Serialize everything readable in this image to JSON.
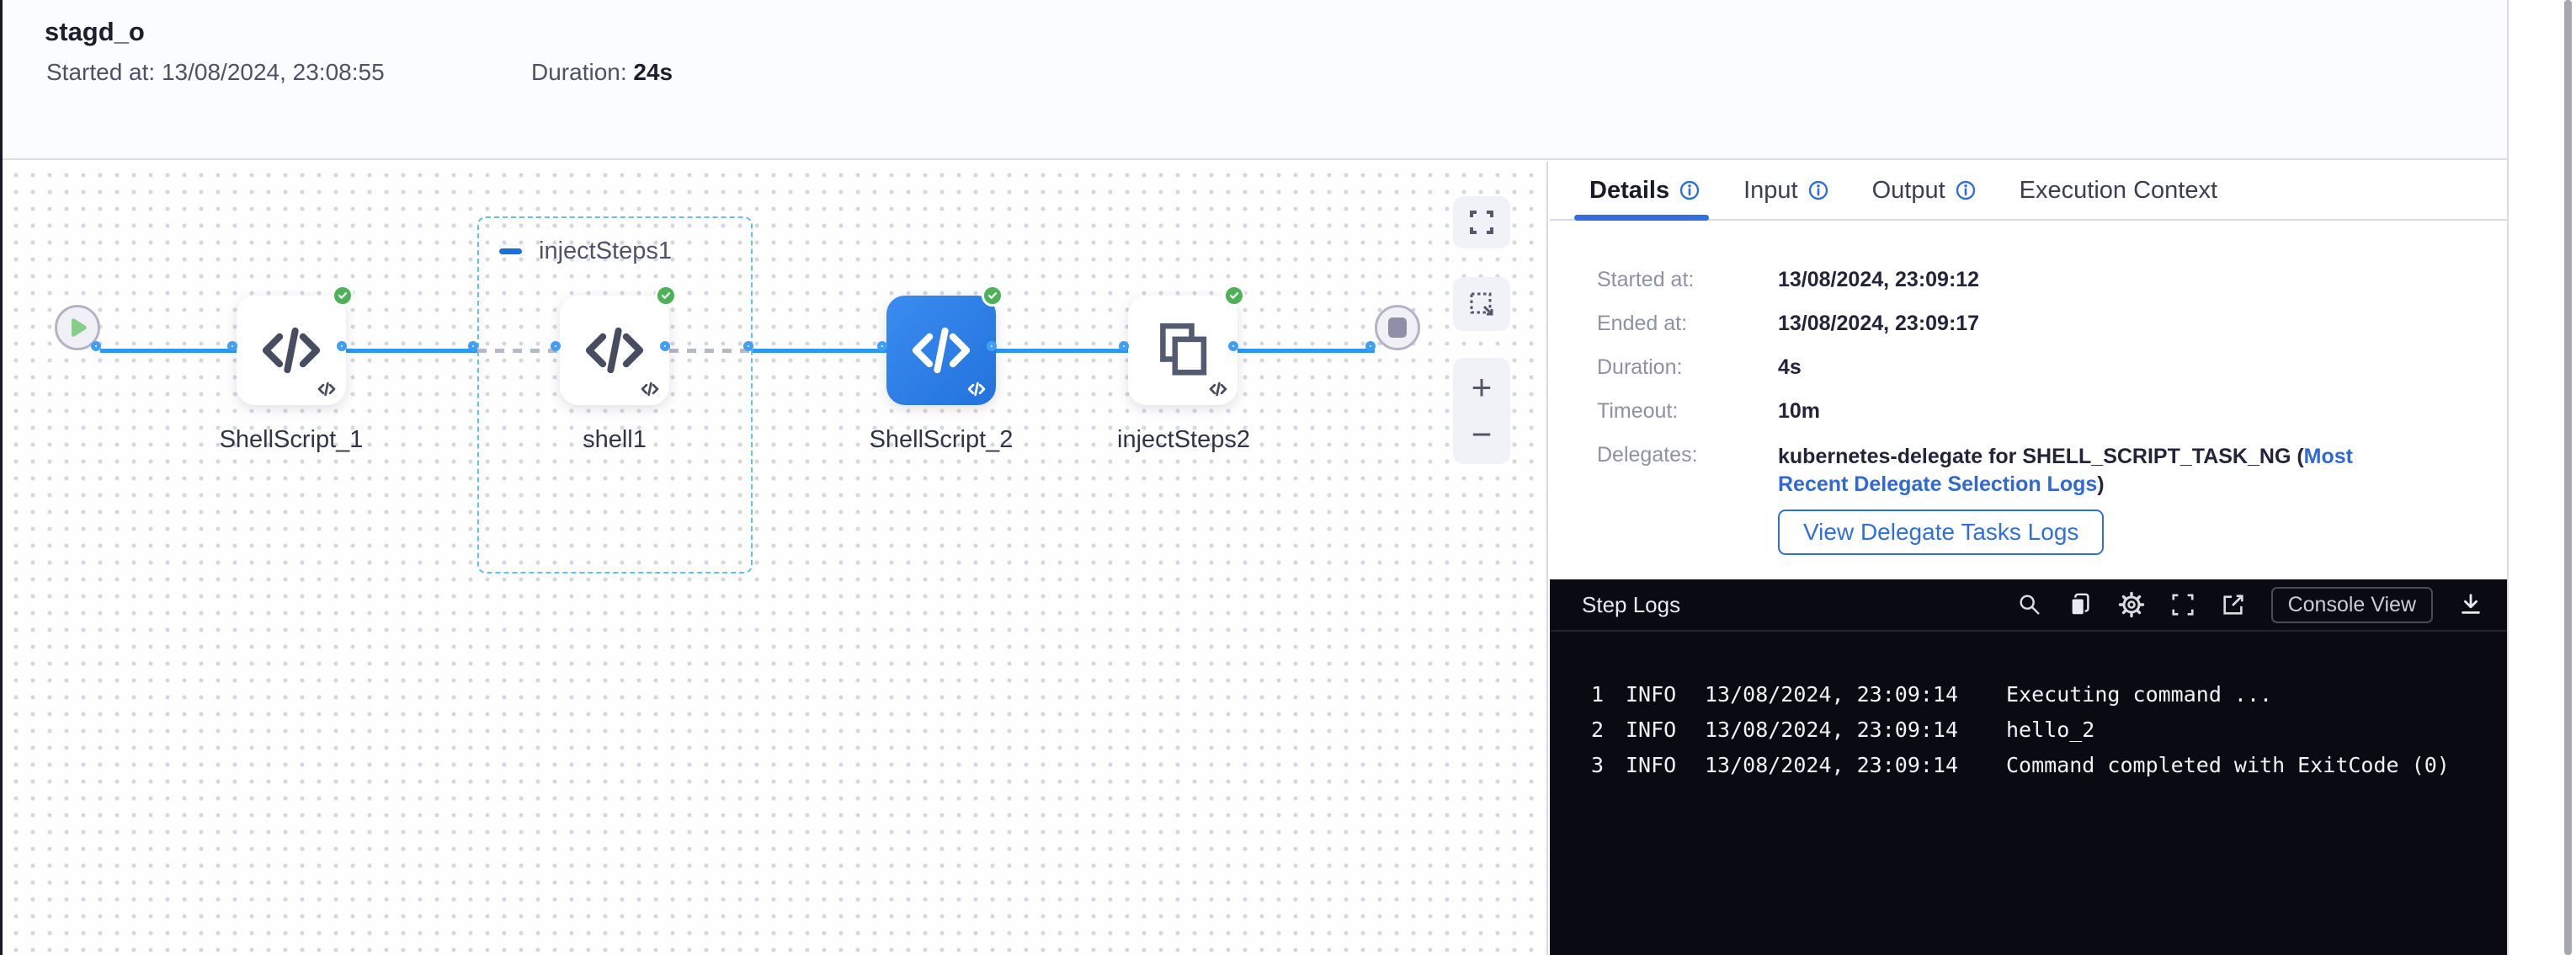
{
  "header": {
    "title": "stagd_o",
    "started_label": "Started at:",
    "started_value": "13/08/2024, 23:08:55",
    "duration_label": "Duration:",
    "duration_value": "24s"
  },
  "pipeline": {
    "group": {
      "label": "injectSteps1"
    },
    "nodes": [
      {
        "label": "ShellScript_1",
        "status": "success"
      },
      {
        "label": "shell1",
        "status": "success"
      },
      {
        "label": "ShellScript_2",
        "status": "success",
        "selected": true
      },
      {
        "label": "injectSteps2",
        "status": "success"
      }
    ]
  },
  "canvas_toolbar": {
    "zoom_in": "+",
    "zoom_out": "−"
  },
  "tabs": [
    {
      "label": "Details"
    },
    {
      "label": "Input"
    },
    {
      "label": "Output"
    },
    {
      "label": "Execution Context"
    }
  ],
  "details": {
    "rows": [
      {
        "label": "Started at:",
        "value": "13/08/2024, 23:09:12"
      },
      {
        "label": "Ended at:",
        "value": "13/08/2024, 23:09:17"
      },
      {
        "label": "Duration:",
        "value": "4s"
      },
      {
        "label": "Timeout:",
        "value": "10m"
      }
    ],
    "delegates_label": "Delegates:",
    "delegates_text": "kubernetes-delegate for SHELL_SCRIPT_TASK_NG (",
    "delegates_link": "Most Recent Delegate Selection Logs",
    "delegates_suffix": ")",
    "view_logs_button": "View Delegate Tasks Logs"
  },
  "logs": {
    "title": "Step Logs",
    "console_view_label": "Console View",
    "lines": [
      {
        "num": "1",
        "level": "INFO",
        "time": "13/08/2024, 23:09:14",
        "message": "Executing command ..."
      },
      {
        "num": "2",
        "level": "INFO",
        "time": "13/08/2024, 23:09:14",
        "message": "hello_2"
      },
      {
        "num": "3",
        "level": "INFO",
        "time": "13/08/2024, 23:09:14",
        "message": "Command completed with ExitCode (0)"
      }
    ]
  },
  "colors": {
    "accent_blue": "#2f6fe0",
    "edge_blue": "#2e96f3",
    "success_green": "#4bb257",
    "log_background": "#0a0a13"
  }
}
